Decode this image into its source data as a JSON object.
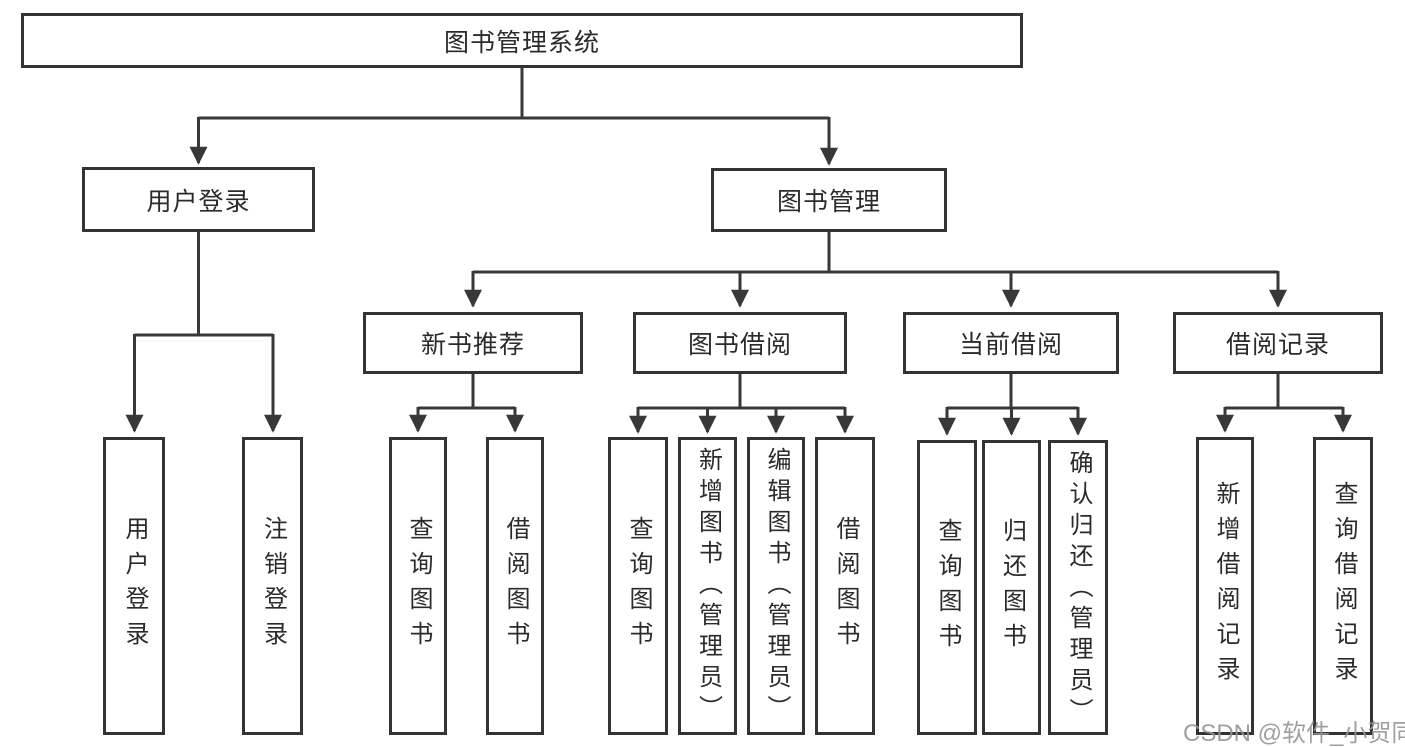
{
  "diagram": {
    "title": "图书管理系统",
    "type": "hierarchy-tree",
    "colors": {
      "background": "#ffffff",
      "box_border": "#333333",
      "connector_line": "#383838",
      "text": "#2b2b2b",
      "watermark": "#969696"
    },
    "nodes": {
      "root": {
        "label": "图书管理系统"
      },
      "user_login": {
        "label": "用户登录"
      },
      "book_management": {
        "label": "图书管理"
      },
      "new_book_recommend": {
        "label": "新书推荐"
      },
      "book_borrow": {
        "label": "图书借阅"
      },
      "current_borrow": {
        "label": "当前借阅"
      },
      "borrow_record": {
        "label": "借阅记录"
      },
      "leaf_user_login": {
        "label": "用户登录"
      },
      "leaf_logout": {
        "label": "注销登录"
      },
      "leaf_recommend_query_book": {
        "label": "查询图书"
      },
      "leaf_recommend_borrow_book": {
        "label": "借阅图书"
      },
      "leaf_borrow_query_book": {
        "label": "查询图书"
      },
      "leaf_borrow_add_book": {
        "label": "新增图书（管理员）"
      },
      "leaf_borrow_edit_book": {
        "label": "编辑图书（管理员）"
      },
      "leaf_borrow_borrow_book": {
        "label": "借阅图书"
      },
      "leaf_current_query_book": {
        "label": "查询图书"
      },
      "leaf_current_return_book": {
        "label": "归还图书"
      },
      "leaf_current_confirm_return": {
        "label": "确认归还（管理员）"
      },
      "leaf_record_add": {
        "label": "新增借阅记录"
      },
      "leaf_record_query": {
        "label": "查询借阅记录"
      }
    },
    "watermark": "CSDN @软件_小贺同学"
  }
}
